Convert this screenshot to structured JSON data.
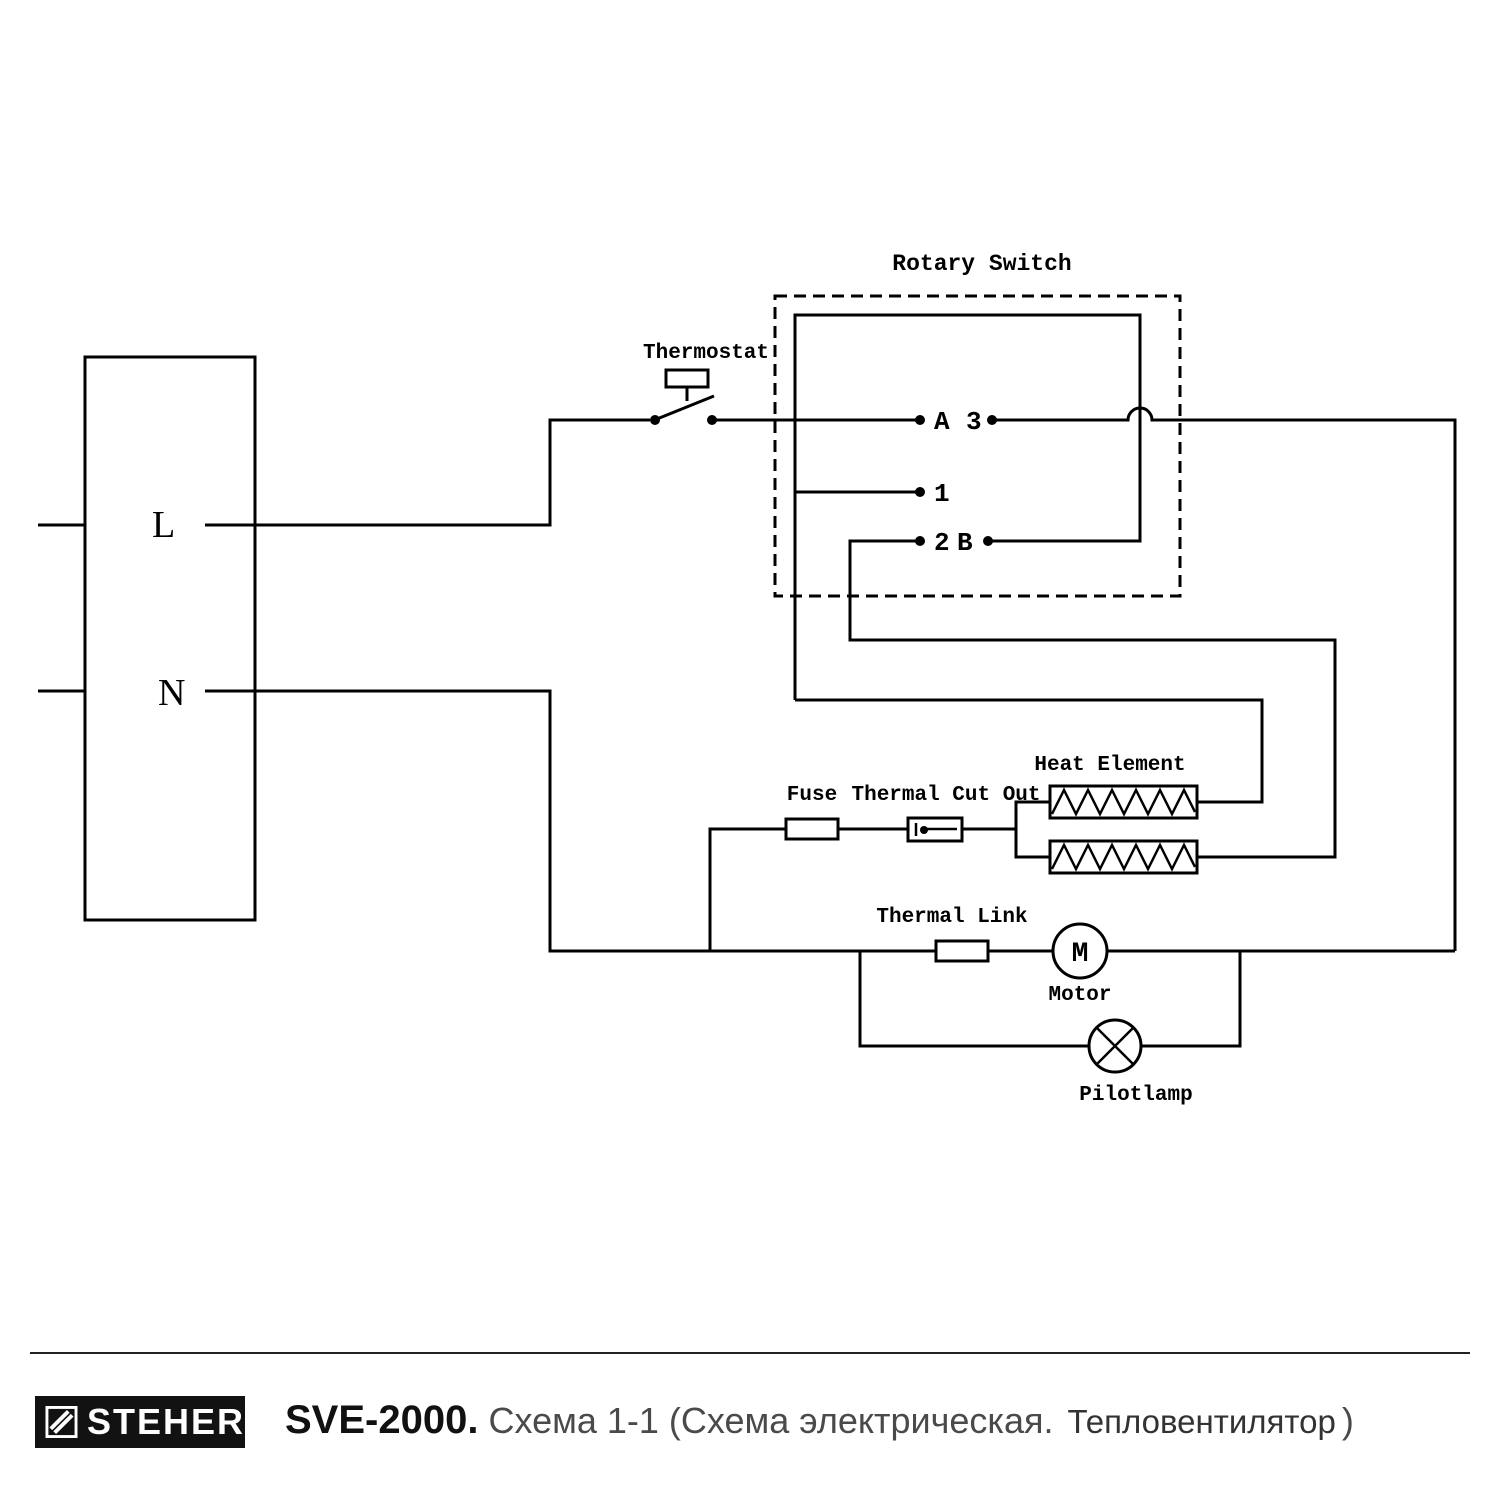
{
  "page": {
    "background": "#ffffff",
    "line_color": "#000000"
  },
  "diagram": {
    "rotary_switch_label": "Rotary Switch",
    "thermostat_label": "Thermostat",
    "terminals": {
      "a": "A",
      "t3": "3",
      "t1": "1",
      "t2": "2",
      "b": "B"
    },
    "supply": {
      "live": "L",
      "neutral": "N"
    },
    "fuse_label": "Fuse",
    "thermal_cut_out_label": "Thermal Cut Out",
    "heat_element_label": "Heat Element",
    "thermal_link_label": "Thermal Link",
    "motor_symbol": "M",
    "motor_label": "Motor",
    "pilotlamp_label": "Pilotlamp"
  },
  "footer": {
    "brand": "STEHER",
    "model": "SVE-2000.",
    "caption_part1": "Схема 1-1 (Схема электрическая.",
    "caption_part2": "Тепловентилятор",
    "caption_close": ")"
  }
}
